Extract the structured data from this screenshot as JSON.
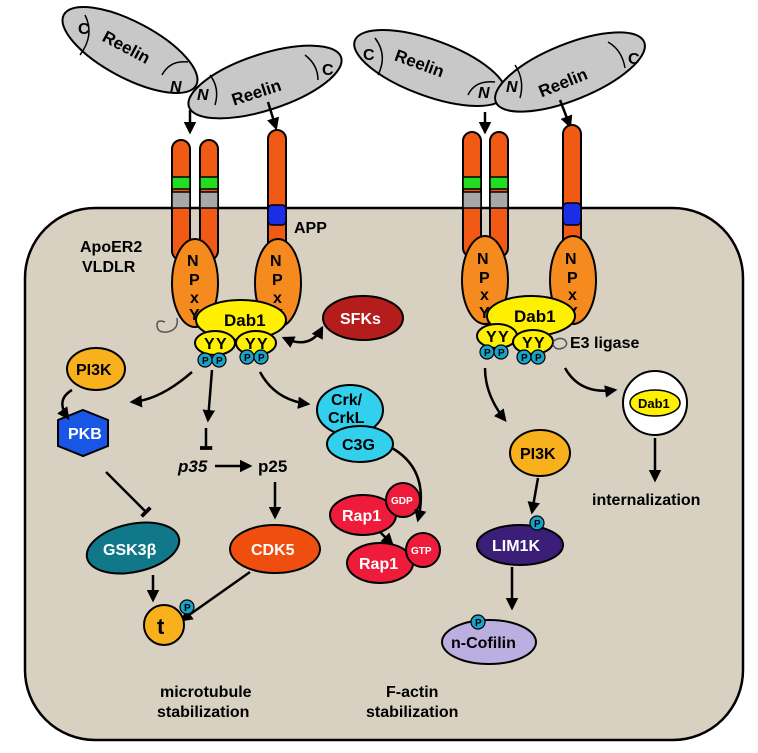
{
  "proteins": {
    "reelin": "Reelin",
    "reelin_c": "C",
    "reelin_n": "N",
    "npxy_n": "N",
    "npxy_p": "P",
    "npxy_x": "x",
    "npxy_y": "Y",
    "receptor_label_1": "ApoER2",
    "receptor_label_2": "VLDLR",
    "app": "APP",
    "dab1": "Dab1",
    "tyrosine": "Y",
    "phospho": "P",
    "sfks": "SFKs",
    "pi3k": "PI3K",
    "pkb": "PKB",
    "gsk3b": "GSK3β",
    "p35": "p35",
    "p25": "p25",
    "cdk5": "CDK5",
    "tau": "t",
    "crk_line1": "Crk/",
    "crk_line2": "CrkL",
    "c3g": "C3G",
    "rap1": "Rap1",
    "gdp": "GDP",
    "gtp": "GTP",
    "lim1k": "LIM1K",
    "cofilin": "n-Cofilin",
    "e3_ligase": "E3 ligase"
  },
  "outcomes": {
    "microtubule_line1": "microtubule",
    "microtubule_line2": "stabilization",
    "factin_line1": "F-actin",
    "factin_line2": "stabilization",
    "internalization": "internalization"
  },
  "colors": {
    "cell": "#d8d1c1",
    "reelin": "#c8c8c8",
    "receptor": "#f05a14",
    "npxy": "#f58a1e",
    "dab1": "#ffef00",
    "phospho": "#1aa3c8",
    "sfks": "#b51c1c",
    "pi3k": "#f8b11c",
    "pkb": "#1a56e6",
    "gsk3b": "#11788a",
    "cdk5": "#f04e0e",
    "crk": "#33d0ee",
    "rap1": "#ee1c3a",
    "lim1k": "#3a1e78",
    "cofilin": "#bbaee0",
    "green_band": "#22dd22",
    "blue_band": "#1a2ee6",
    "grey_band": "#a8a8a8"
  }
}
